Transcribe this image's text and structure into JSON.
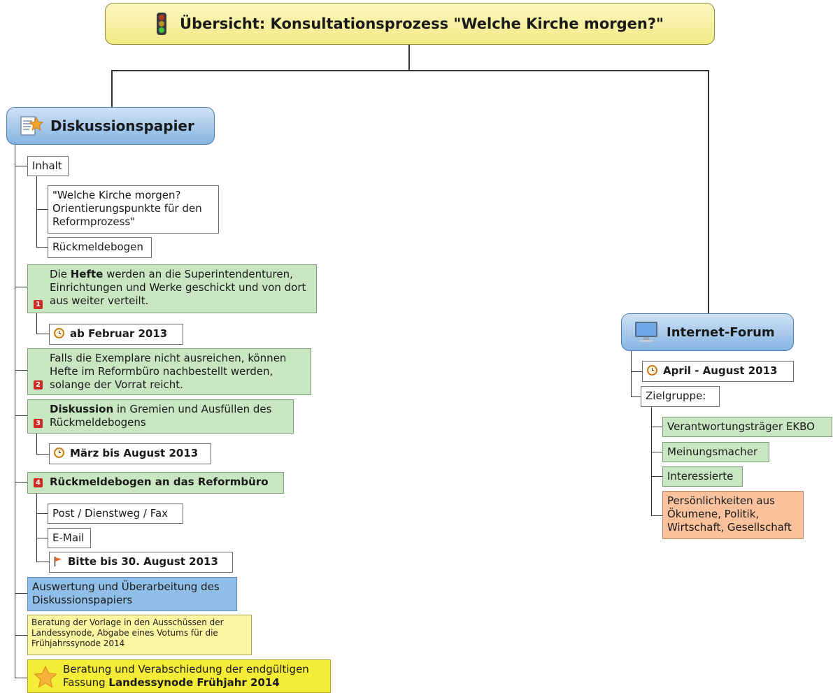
{
  "title": "Übersicht: Konsultationsprozess \"Welche Kirche morgen?\"",
  "branches": {
    "diskussion": {
      "label": "Diskussionspapier",
      "inhalt": {
        "label": "Inhalt",
        "items": [
          "\"Welche Kirche morgen? Orientierungspunkte für den Reformprozess\"",
          "Rückmeldebogen"
        ]
      },
      "step1": {
        "number": "1",
        "pre": "Die ",
        "bold": "Hefte",
        "post": " werden an die Superintendenturen, Einrichtungen und Werke geschickt und von dort aus weiter verteilt.",
        "date": "ab Februar  2013"
      },
      "step2": {
        "number": "2",
        "text": "Falls die Exemplare nicht ausreichen, können Hefte im Reformbüro nachbestellt werden, solange der Vorrat reicht."
      },
      "step3": {
        "number": "3",
        "bold": "Diskussion",
        "post": " in Gremien und Ausfüllen des Rückmeldebogens",
        "date": "März bis August 2013"
      },
      "step4": {
        "number": "4",
        "text": "Rückmeldebogen an das Reformbüro",
        "channels": [
          "Post / Dienstweg / Fax",
          "E-Mail"
        ],
        "deadline": "Bitte bis 30. August 2013"
      },
      "auswertung": "Auswertung und Überarbeitung des Diskussionspapiers",
      "beratung": "Beratung der Vorlage in den Ausschüssen der Landessynode, Abgabe eines Votums für die Frühjahrssynode 2014",
      "final": {
        "pre": "Beratung und Verabschiedung der endgültigen Fassung ",
        "bold": "Landessynode Frühjahr 2014"
      }
    },
    "forum": {
      "label": "Internet-Forum",
      "date": "April - August 2013",
      "zielgruppe_label": "Zielgruppe:",
      "zielgruppen": [
        "Verantwortungsträger EKBO",
        "Meinungsmacher",
        "Interessierte",
        "Persönlichkeiten aus Ökumene, Politik, Wirtschaft, Gesellschaft"
      ]
    }
  },
  "icons": {
    "root": "traffic-light-icon",
    "diskussion": "document-star-icon",
    "forum": "monitor-icon",
    "date": "clock-icon",
    "deadline": "flag-icon",
    "final": "star-icon"
  },
  "colors": {
    "root_fill": "#f3ea87",
    "branch_fill": "#85b4e2",
    "green": "#c8e6c1",
    "blue_note": "#8fbfe8",
    "yellow": "#fbf6a2",
    "bright_yellow": "#f4ec36",
    "orange": "#f9c29c",
    "number_badge": "#cc2a22",
    "clock": "#c47a16",
    "flag": "#e8622a"
  }
}
